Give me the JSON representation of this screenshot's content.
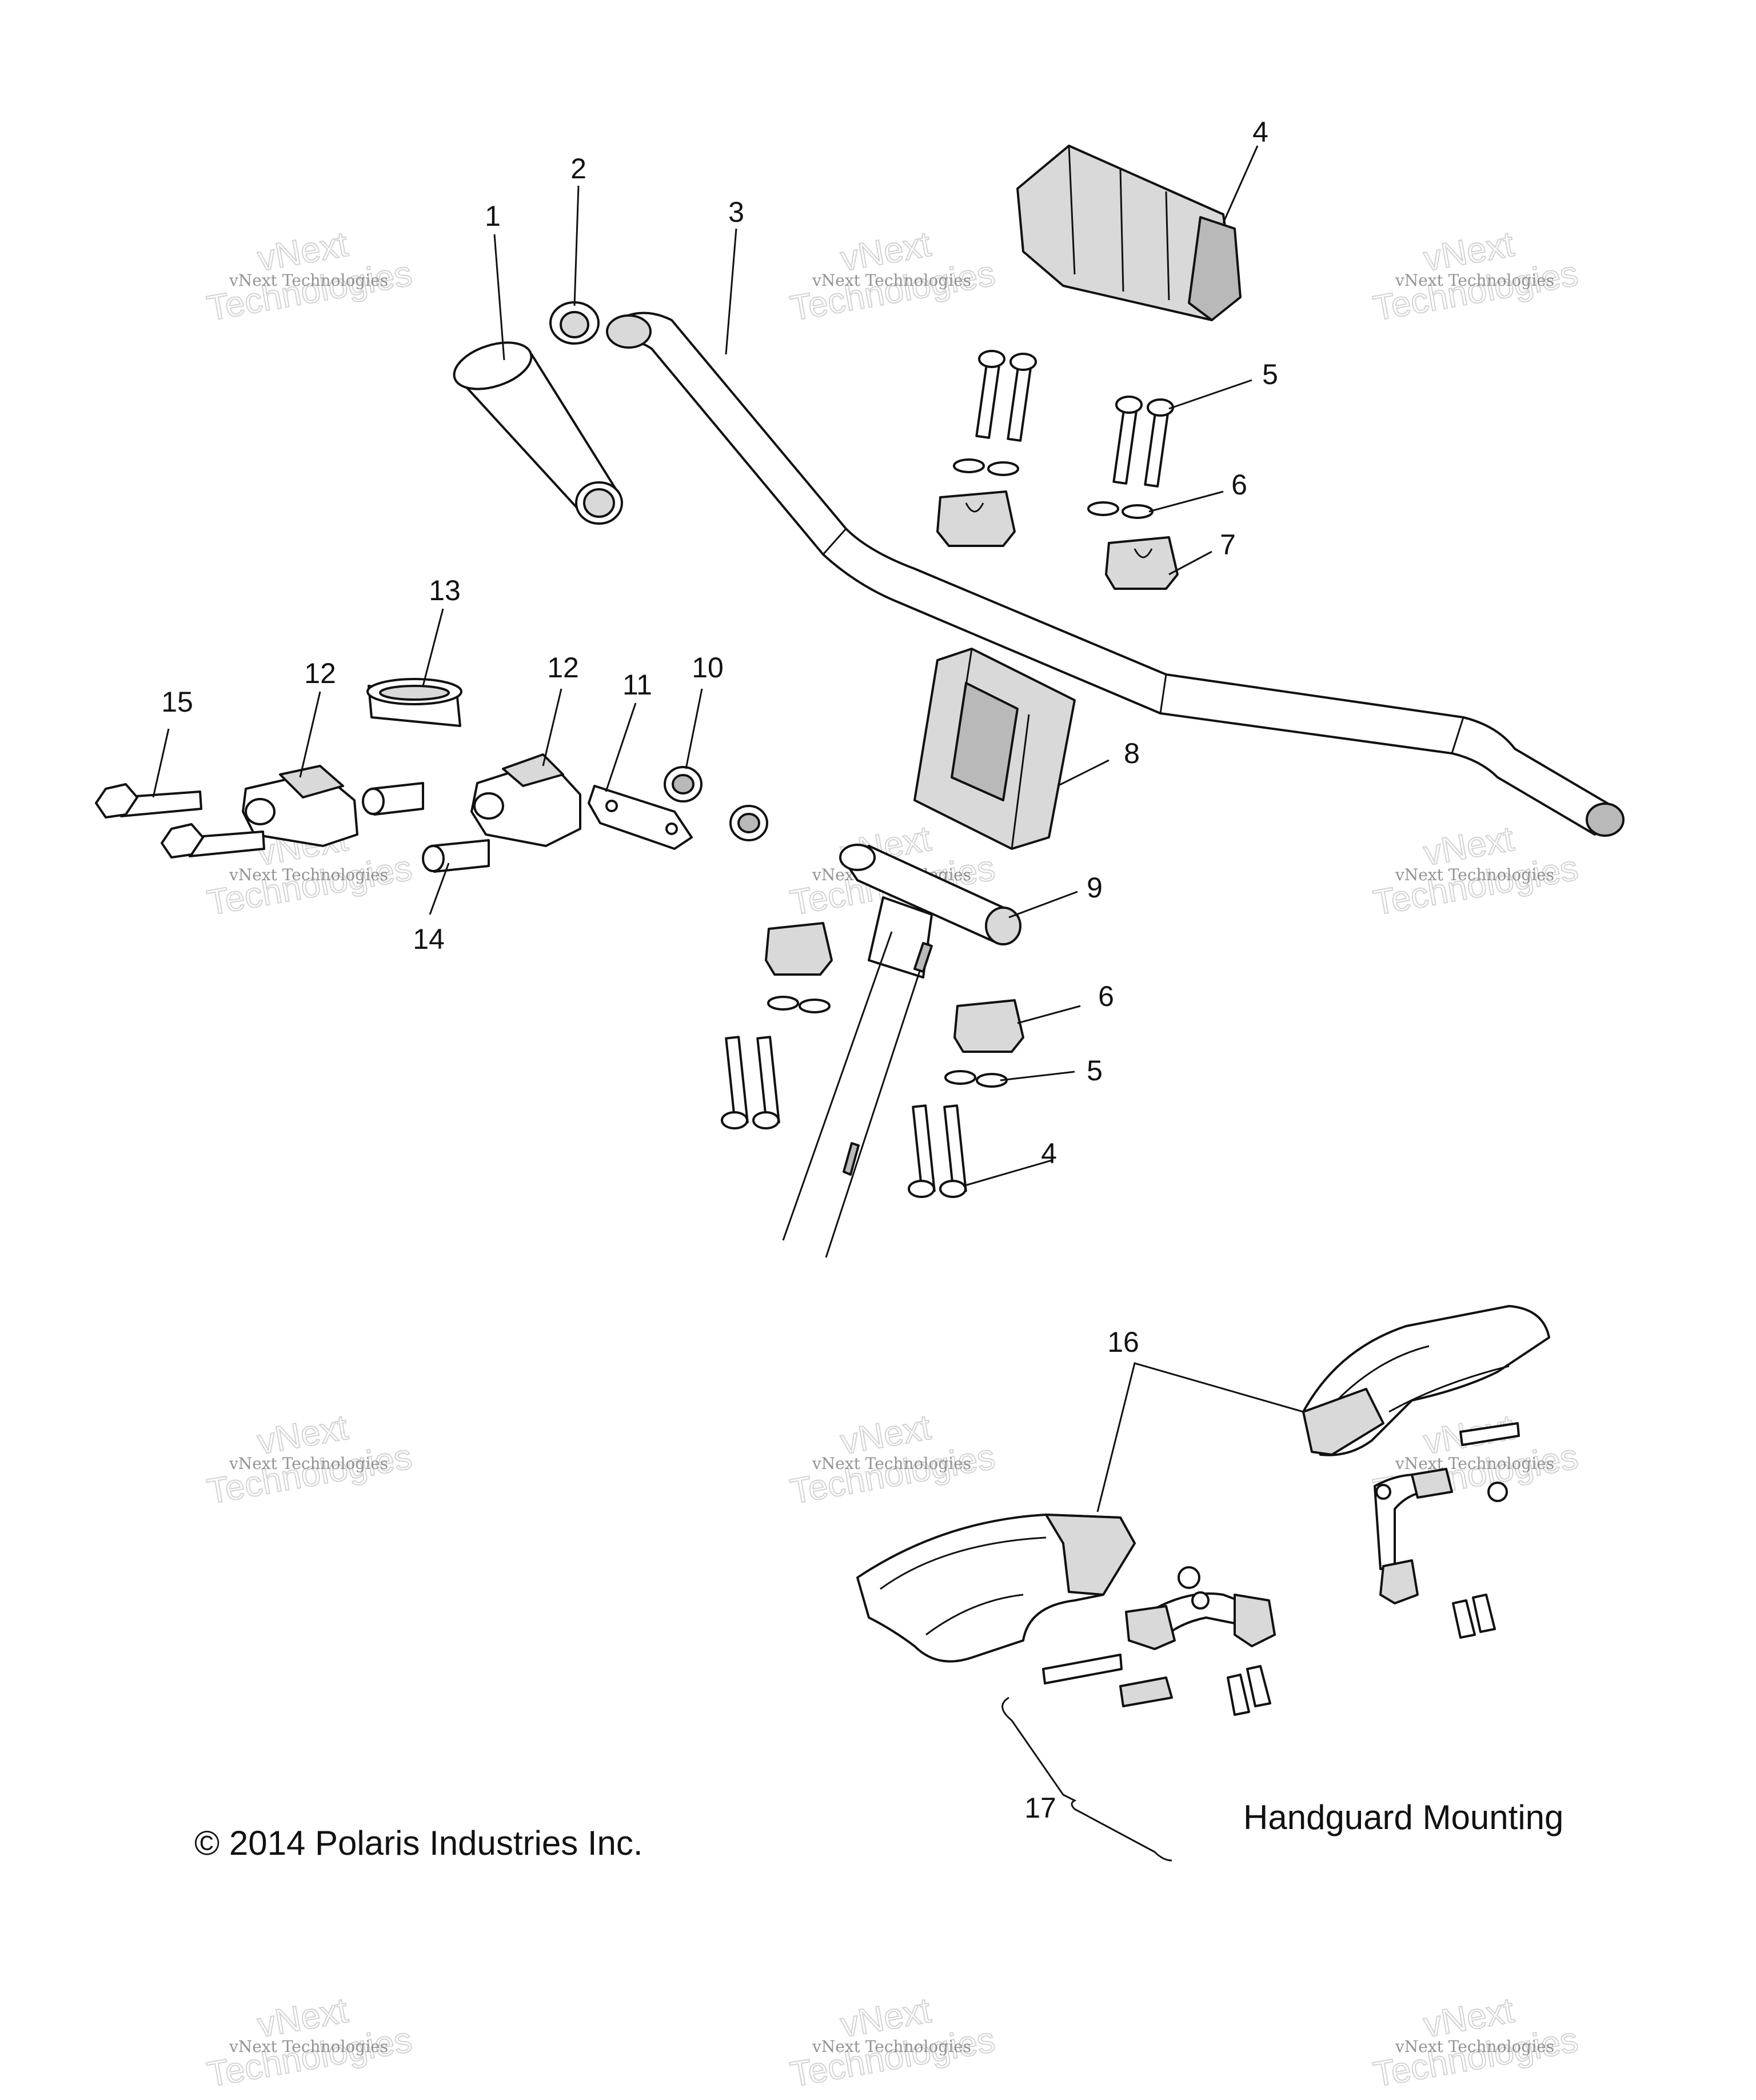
{
  "callouts": {
    "c1": "1",
    "c2": "2",
    "c3": "3",
    "c4_top": "4",
    "c5_top": "5",
    "c6_top": "6",
    "c7": "7",
    "c8": "8",
    "c9": "9",
    "c10": "10",
    "c11": "11",
    "c12_left": "12",
    "c12_right": "12",
    "c13": "13",
    "c14": "14",
    "c15": "15",
    "c6_low": "6",
    "c5_low": "5",
    "c4_low": "4",
    "c16": "16",
    "c17": "17"
  },
  "captions": {
    "copyright": "© 2014 Polaris Industries Inc.",
    "section_label": "Handguard Mounting"
  },
  "watermark": {
    "line1": "vNext Technologies",
    "line2": "vNext",
    "line3": "Technologies"
  }
}
